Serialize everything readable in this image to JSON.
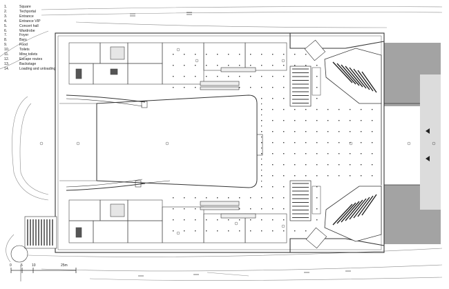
{
  "legend": {
    "items": [
      {
        "num": "1.",
        "label": "Square"
      },
      {
        "num": "2.",
        "label": "Techportal"
      },
      {
        "num": "3.",
        "label": "Entrance"
      },
      {
        "num": "4.",
        "label": "Entrance VIP"
      },
      {
        "num": "5.",
        "label": "Concert hall"
      },
      {
        "num": "6.",
        "label": "Wardrobe"
      },
      {
        "num": "7.",
        "label": "Foyer"
      },
      {
        "num": "8.",
        "label": "Bars"
      },
      {
        "num": "9.",
        "label": "Food"
      },
      {
        "num": "10.",
        "label": "Toilets"
      },
      {
        "num": "11.",
        "label": "Mine toilets"
      },
      {
        "num": "12.",
        "label": "Escape routes"
      },
      {
        "num": "13.",
        "label": "Backstage"
      },
      {
        "num": "14.",
        "label": "Loading and unloading"
      }
    ]
  },
  "scale_bar": {
    "labels": [
      "0",
      "5",
      "10",
      "25m"
    ]
  },
  "colors": {
    "line": "#333333",
    "light_line": "#9a9a9a",
    "grey_block": "#a3a3a3",
    "light_fill": "#f2f2f2"
  }
}
